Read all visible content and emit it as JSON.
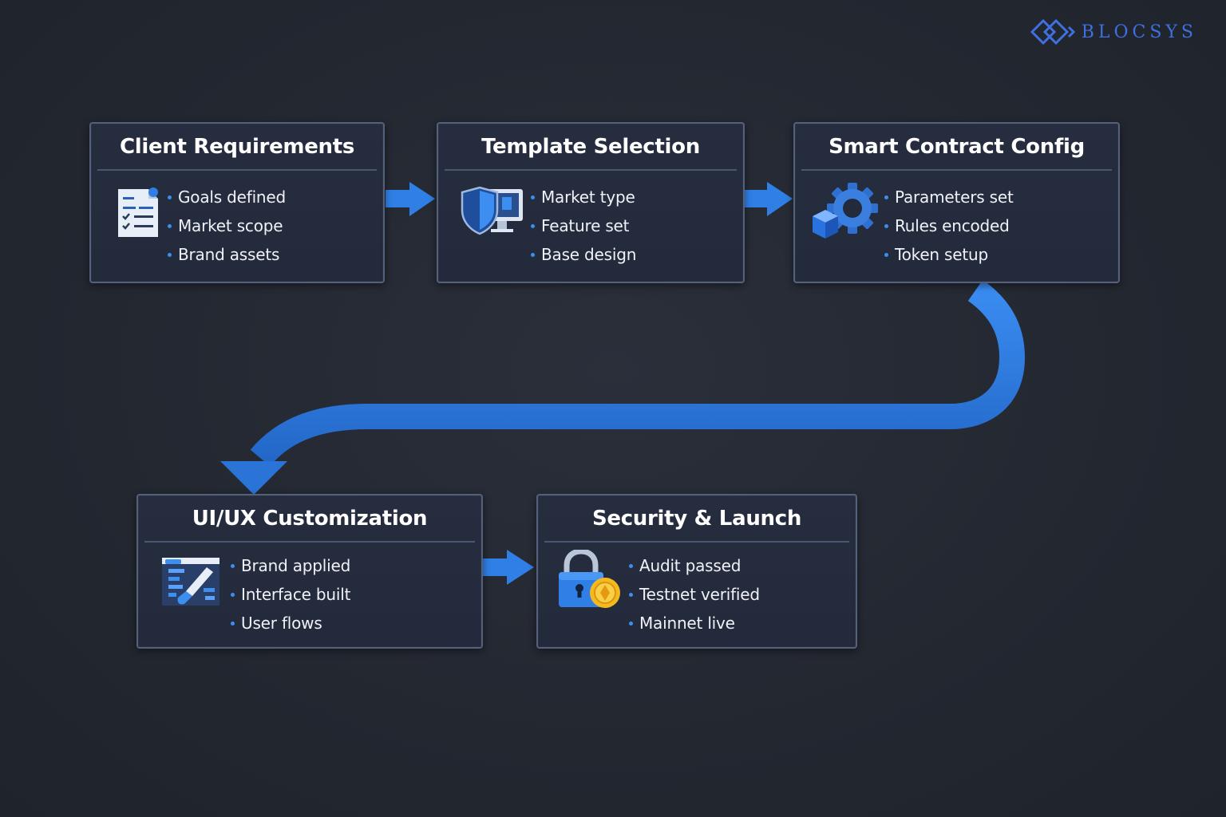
{
  "brand": {
    "logo_text": "BLOCSYS",
    "accent": "#2f7fe6"
  },
  "steps": [
    {
      "title": "Client Requirements",
      "icon": "checklist-document-icon",
      "items": [
        "Goals defined",
        "Market scope",
        "Brand assets"
      ]
    },
    {
      "title": "Template Selection",
      "icon": "shield-monitor-icon",
      "items": [
        "Market type",
        "Feature set",
        "Base design"
      ]
    },
    {
      "title": "Smart Contract Config",
      "icon": "gear-cube-icon",
      "items": [
        "Parameters set",
        "Rules encoded",
        "Token setup"
      ]
    },
    {
      "title": "UI/UX Customization",
      "icon": "design-editor-icon",
      "items": [
        "Brand applied",
        "Interface built",
        "User flows"
      ]
    },
    {
      "title": "Security & Launch",
      "icon": "padlock-coin-icon",
      "items": [
        "Audit passed",
        "Testnet verified",
        "Mainnet live"
      ]
    }
  ]
}
